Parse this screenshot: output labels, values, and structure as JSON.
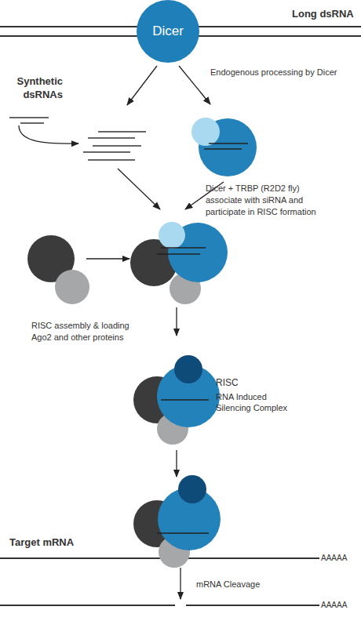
{
  "diagram": {
    "nodes": [
      {
        "text": [
          "Dicer"
        ]
      },
      {
        "text": [
          "RISC",
          "RNA Induced Silencing Complex"
        ]
      }
    ],
    "labels": [
      "Long dsRNA",
      "Endogenous processing by Dicer",
      "Synthetic dsRNAs",
      "Dicer + TRBP (R2D2 fly) associate with siRNA and participate in RISC formation",
      "RISC assembly & loading Ago2 and other proteins",
      "Target mRNA",
      "AAAAA",
      "mRNA Cleavage",
      "AAAAA"
    ]
  }
}
